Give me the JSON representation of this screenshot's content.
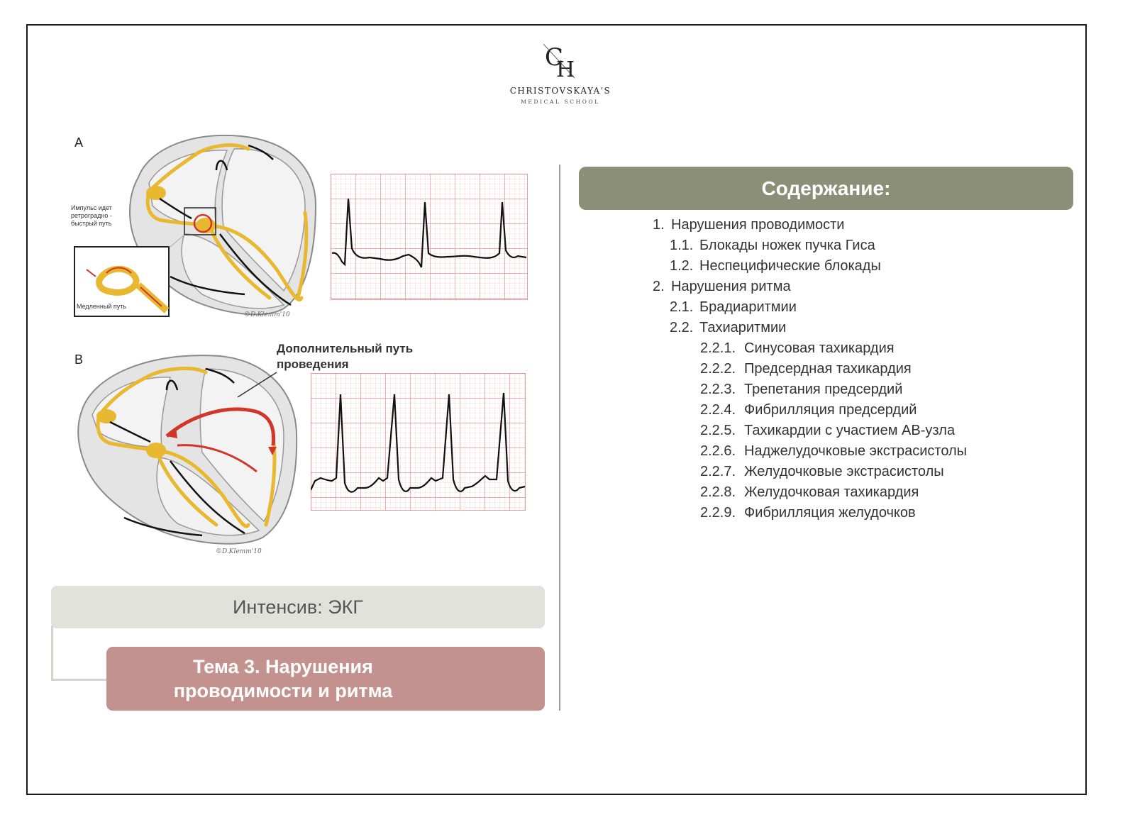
{
  "logo": {
    "name": "CHRISTOVSKAYA'S",
    "subtitle": "MEDICAL SCHOOL",
    "monogram": "CH"
  },
  "figure_a": {
    "letter": "A",
    "annotation_fast": [
      "Импульс идет",
      "ретроградно -",
      "быстрый путь"
    ],
    "annotation_slow": "Медленный путь",
    "credit": "©D.Klemm'10"
  },
  "figure_b": {
    "letter": "B",
    "annotation_path": [
      "Дополнительный путь",
      "проведения"
    ],
    "credit": "©D.Klemm'10"
  },
  "course": {
    "intensive": "Интенсив: ЭКГ",
    "topic_line1": "Тема 3. Нарушения",
    "topic_line2": "проводимости и ритма"
  },
  "toc": {
    "title": "Содержание:",
    "items": [
      {
        "num": "1.",
        "text": "Нарушения проводимости",
        "level": 0
      },
      {
        "num": "1.1.",
        "text": "Блокады ножек пучка Гиса",
        "level": 1
      },
      {
        "num": "1.2.",
        "text": "Неспецифические блокады",
        "level": 1
      },
      {
        "num": "2.",
        "text": "Нарушения ритма",
        "level": 0
      },
      {
        "num": "2.1.",
        "text": "Брадиаритмии",
        "level": 1
      },
      {
        "num": "2.2.",
        "text": "Тахиаритмии",
        "level": 1
      },
      {
        "num": "2.2.1.",
        "text": "Синусовая тахикардия",
        "level": 2
      },
      {
        "num": "2.2.2.",
        "text": "Предсердная тахикардия",
        "level": 2
      },
      {
        "num": "2.2.3.",
        "text": "Трепетания предсердий",
        "level": 2
      },
      {
        "num": "2.2.4.",
        "text": "Фибрилляция предсердий",
        "level": 2
      },
      {
        "num": "2.2.5.",
        "text": "Тахикардии с участием АВ-узла",
        "level": 2
      },
      {
        "num": "2.2.6.",
        "text": "Наджелудочковые экстрасистолы",
        "level": 2
      },
      {
        "num": "2.2.7.",
        "text": "Желудочковые экстрасистолы",
        "level": 2
      },
      {
        "num": "2.2.8.",
        "text": "Желудочковая тахикардия",
        "level": 2
      },
      {
        "num": "2.2.9.",
        "text": "Фибрилляция желудочков",
        "level": 2
      }
    ]
  },
  "colors": {
    "frame": "#1a1a1a",
    "toc_header": "#8c8f78",
    "intensive_bar": "#e2e2dd",
    "topic_bar": "#c4928e",
    "conduction": "#e8b830",
    "arrow_red": "#d0362a",
    "ecg_grid": "#e97a7a"
  }
}
